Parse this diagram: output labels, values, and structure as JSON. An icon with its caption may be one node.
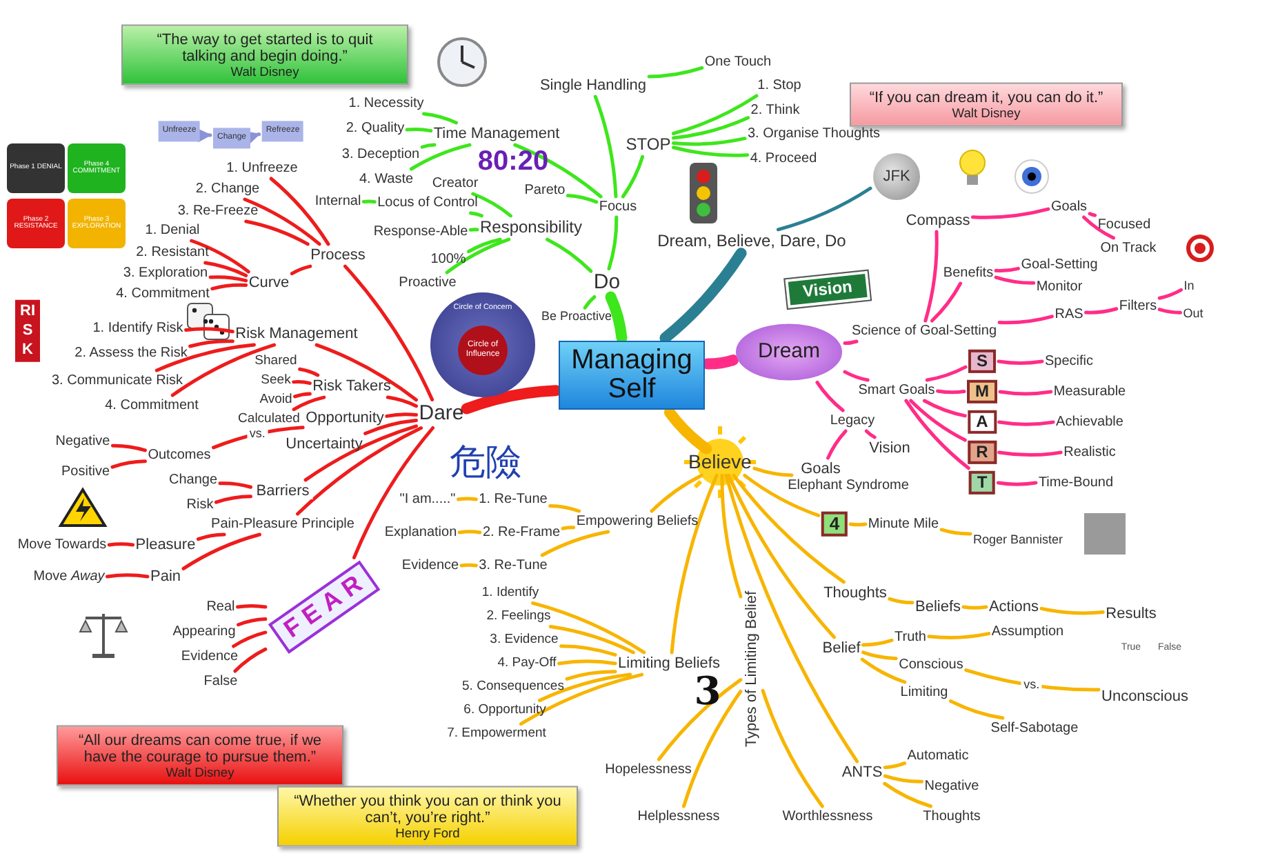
{
  "diagram": {
    "nodes": [
      {
        "text": [
          "“The way to get started is to quit talking and begin doing.”",
          "Walt Disney"
        ]
      },
      {
        "text": [
          "“If you can dream it, you can do it.”",
          "Walt Disney"
        ]
      },
      {
        "text": [
          "“All our dreams can come true, if we have the courage to pursue them.”",
          "Walt Disney"
        ]
      },
      {
        "text": [
          "“Whether you think you can or think you can’t, you’re right.”",
          "Henry Ford"
        ]
      },
      {
        "text": [
          "Managing Self"
        ]
      },
      {
        "text": [
          "Do"
        ]
      },
      {
        "text": [
          "Focus"
        ]
      },
      {
        "text": [
          "Single Handling"
        ]
      },
      {
        "text": [
          "One Touch"
        ]
      },
      {
        "text": [
          "STOP"
        ]
      },
      {
        "text": [
          "1. Stop"
        ]
      },
      {
        "text": [
          "2. Think"
        ]
      },
      {
        "text": [
          "3. Organise Thoughts"
        ]
      },
      {
        "text": [
          "4. Proceed"
        ]
      },
      {
        "text": [
          "Time Management"
        ]
      },
      {
        "text": [
          "1. Necessity"
        ]
      },
      {
        "text": [
          "2. Quality"
        ]
      },
      {
        "text": [
          "3. Deception"
        ]
      },
      {
        "text": [
          "4. Waste"
        ]
      },
      {
        "text": [
          "Pareto"
        ]
      },
      {
        "text": [
          "Responsibility"
        ]
      },
      {
        "text": [
          "Creator"
        ]
      },
      {
        "text": [
          "Locus of Control"
        ]
      },
      {
        "text": [
          "Internal"
        ]
      },
      {
        "text": [
          "Response-Able"
        ]
      },
      {
        "text": [
          "100%"
        ]
      },
      {
        "text": [
          "Proactive"
        ]
      },
      {
        "text": [
          "Be Proactive"
        ]
      },
      {
        "text": [
          "Circle of Concern"
        ]
      },
      {
        "text": [
          "Circle of Influence"
        ],
        "in": 28
      },
      {
        "text": [
          "Dream, Believe, Dare, Do"
        ]
      },
      {
        "text": [
          "JFK"
        ]
      },
      {
        "text": [
          "Dream"
        ]
      },
      {
        "text": [
          "Science of Goal-Setting"
        ]
      },
      {
        "text": [
          "Compass"
        ]
      },
      {
        "text": [
          "Goals"
        ]
      },
      {
        "text": [
          "Focused"
        ]
      },
      {
        "text": [
          "On Track"
        ]
      },
      {
        "text": [
          "Benefits"
        ]
      },
      {
        "text": [
          "Goal-Setting"
        ]
      },
      {
        "text": [
          "Monitor"
        ]
      },
      {
        "text": [
          "RAS"
        ]
      },
      {
        "text": [
          "Filters"
        ]
      },
      {
        "text": [
          "In"
        ]
      },
      {
        "text": [
          "Out"
        ]
      },
      {
        "text": [
          "Smart Goals"
        ]
      },
      {
        "text": [
          "S"
        ]
      },
      {
        "text": [
          "Specific"
        ]
      },
      {
        "text": [
          "M"
        ]
      },
      {
        "text": [
          "Measurable"
        ]
      },
      {
        "text": [
          "A"
        ]
      },
      {
        "text": [
          "Achievable"
        ]
      },
      {
        "text": [
          "R"
        ]
      },
      {
        "text": [
          "Realistic"
        ]
      },
      {
        "text": [
          "T"
        ]
      },
      {
        "text": [
          "Time-Bound"
        ]
      },
      {
        "text": [
          "Legacy"
        ]
      },
      {
        "text": [
          "Vision"
        ]
      },
      {
        "text": [
          "Goals"
        ]
      },
      {
        "text": [
          "Vision"
        ]
      },
      {
        "text": [
          "Believe"
        ]
      },
      {
        "text": [
          "Empowering Beliefs"
        ]
      },
      {
        "text": [
          "1. Re-Tune"
        ]
      },
      {
        "text": [
          "\"I am.....\""
        ]
      },
      {
        "text": [
          "2. Re-Frame"
        ]
      },
      {
        "text": [
          "Explanation"
        ]
      },
      {
        "text": [
          "3. Re-Tune"
        ]
      },
      {
        "text": [
          "Evidence"
        ]
      },
      {
        "text": [
          "Limiting Beliefs"
        ]
      },
      {
        "text": [
          "1. Identify"
        ]
      },
      {
        "text": [
          "2. Feelings"
        ]
      },
      {
        "text": [
          "3. Evidence"
        ]
      },
      {
        "text": [
          "4. Pay-Off"
        ]
      },
      {
        "text": [
          "5. Consequences"
        ]
      },
      {
        "text": [
          "6. Opportunity"
        ]
      },
      {
        "text": [
          "7. Empowerment"
        ]
      },
      {
        "text": [
          "Types of Limiting Belief"
        ]
      },
      {
        "text": [
          "Hopelessness"
        ]
      },
      {
        "text": [
          "Helplessness"
        ]
      },
      {
        "text": [
          "Worthlessness"
        ]
      },
      {
        "text": [
          "Elephant Syndrome"
        ]
      },
      {
        "text": [
          "4"
        ]
      },
      {
        "text": [
          "Minute Mile"
        ]
      },
      {
        "text": [
          "Roger Bannister"
        ]
      },
      {
        "text": [
          "Thoughts"
        ]
      },
      {
        "text": [
          "Beliefs"
        ]
      },
      {
        "text": [
          "Actions"
        ]
      },
      {
        "text": [
          "Results"
        ]
      },
      {
        "text": [
          "Belief"
        ]
      },
      {
        "text": [
          "Truth"
        ]
      },
      {
        "text": [
          "Assumption"
        ]
      },
      {
        "text": [
          "Conscious"
        ]
      },
      {
        "text": [
          "Unconscious"
        ]
      },
      {
        "text": [
          "Limiting"
        ]
      },
      {
        "text": [
          "Self-Sabotage"
        ]
      },
      {
        "text": [
          "ANTS"
        ]
      },
      {
        "text": [
          "Automatic"
        ]
      },
      {
        "text": [
          "Negative"
        ]
      },
      {
        "text": [
          "Thoughts"
        ]
      },
      {
        "text": [
          "Dare"
        ]
      },
      {
        "text": [
          "Process"
        ]
      },
      {
        "text": [
          "1. Unfreeze"
        ]
      },
      {
        "text": [
          "2. Change"
        ]
      },
      {
        "text": [
          "3. Re-Freeze"
        ]
      },
      {
        "text": [
          "Curve"
        ]
      },
      {
        "text": [
          "1. Denial"
        ]
      },
      {
        "text": [
          "2. Resistant"
        ]
      },
      {
        "text": [
          "3. Exploration"
        ]
      },
      {
        "text": [
          "4. Commitment"
        ]
      },
      {
        "text": [
          "Risk Management"
        ]
      },
      {
        "text": [
          "1. Identify Risk"
        ]
      },
      {
        "text": [
          "2. Assess the Risk"
        ]
      },
      {
        "text": [
          "3. Communicate Risk"
        ]
      },
      {
        "text": [
          "4. Commitment"
        ]
      },
      {
        "text": [
          "Risk Takers"
        ]
      },
      {
        "text": [
          "Shared"
        ]
      },
      {
        "text": [
          "Seek"
        ]
      },
      {
        "text": [
          "Avoid"
        ]
      },
      {
        "text": [
          "Calculated"
        ]
      },
      {
        "text": [
          "Opportunity"
        ]
      },
      {
        "text": [
          "Outcomes"
        ]
      },
      {
        "text": [
          "Negative"
        ]
      },
      {
        "text": [
          "Positive"
        ]
      },
      {
        "text": [
          "Uncertainty"
        ]
      },
      {
        "text": [
          "Barriers"
        ]
      },
      {
        "text": [
          "Change"
        ]
      },
      {
        "text": [
          "Risk"
        ]
      },
      {
        "text": [
          "Pain-Pleasure Principle"
        ]
      },
      {
        "text": [
          "Pleasure"
        ]
      },
      {
        "text": [
          "Move Towards"
        ]
      },
      {
        "text": [
          "Pain"
        ]
      },
      {
        "text": [
          "Move *Away*"
        ]
      },
      {
        "text": [
          "FEAR"
        ]
      },
      {
        "text": [
          "Real"
        ]
      },
      {
        "text": [
          "Appearing"
        ]
      },
      {
        "text": [
          "Evidence"
        ]
      },
      {
        "text": [
          "False"
        ]
      },
      {
        "text": [
          "Phase 1 DENIAL"
        ]
      },
      {
        "text": [
          "Phase 4 COMMITMENT"
        ]
      },
      {
        "text": [
          "Phase 2 RESISTANCE"
        ]
      },
      {
        "text": [
          "Phase 3 EXPLORATION"
        ]
      },
      {
        "text": [
          "Unfreeze"
        ]
      },
      {
        "text": [
          "Change"
        ]
      },
      {
        "text": [
          "Refreeze"
        ]
      }
    ],
    "edges": [
      {
        "from": 4,
        "to": 5,
        "arrow": "none",
        "style": "thick",
        "color": "#3ee61c"
      },
      {
        "from": 5,
        "to": 6,
        "arrow": "none",
        "color": "#3ee61c"
      },
      {
        "from": 6,
        "to": 7,
        "arrow": "none",
        "color": "#3ee61c"
      },
      {
        "from": 7,
        "to": 8,
        "arrow": "none",
        "color": "#3ee61c"
      },
      {
        "from": 6,
        "to": 9,
        "arrow": "none",
        "color": "#3ee61c"
      },
      {
        "from": 9,
        "to": 10,
        "arrow": "none",
        "color": "#3ee61c"
      },
      {
        "from": 9,
        "to": 11,
        "arrow": "none",
        "color": "#3ee61c"
      },
      {
        "from": 9,
        "to": 12,
        "arrow": "none",
        "color": "#3ee61c"
      },
      {
        "from": 9,
        "to": 13,
        "arrow": "none",
        "color": "#3ee61c"
      },
      {
        "from": 6,
        "to": 14,
        "arrow": "none",
        "color": "#3ee61c"
      },
      {
        "from": 14,
        "to": 15,
        "arrow": "none",
        "color": "#3ee61c"
      },
      {
        "from": 14,
        "to": 16,
        "arrow": "none",
        "color": "#3ee61c"
      },
      {
        "from": 14,
        "to": 17,
        "arrow": "none",
        "color": "#3ee61c"
      },
      {
        "from": 14,
        "to": 18,
        "arrow": "none",
        "color": "#3ee61c"
      },
      {
        "from": 6,
        "to": 19,
        "arrow": "none",
        "color": "#3ee61c"
      },
      {
        "from": 5,
        "to": 20,
        "arrow": "none",
        "color": "#3ee61c"
      },
      {
        "from": 20,
        "to": 21,
        "arrow": "none",
        "color": "#3ee61c"
      },
      {
        "from": 20,
        "to": 22,
        "arrow": "none",
        "color": "#3ee61c"
      },
      {
        "from": 22,
        "to": 23,
        "arrow": "none",
        "color": "#3ee61c"
      },
      {
        "from": 20,
        "to": 24,
        "arrow": "none",
        "color": "#3ee61c"
      },
      {
        "from": 20,
        "to": 25,
        "arrow": "none",
        "color": "#3ee61c"
      },
      {
        "from": 20,
        "to": 26,
        "arrow": "none",
        "color": "#3ee61c"
      },
      {
        "from": 5,
        "to": 27,
        "arrow": "none",
        "color": "#3ee61c"
      },
      {
        "from": 4,
        "to": 30,
        "arrow": "none",
        "style": "thick",
        "color": "#2b7f93"
      },
      {
        "from": 30,
        "to": 31,
        "arrow": "none",
        "color": "#2b7f93"
      },
      {
        "from": 4,
        "to": 32,
        "arrow": "none",
        "style": "thick",
        "color": "#ff2d87"
      },
      {
        "from": 32,
        "to": 33,
        "arrow": "none",
        "color": "#ff2d87"
      },
      {
        "from": 33,
        "to": 34,
        "arrow": "none",
        "color": "#ff2d87"
      },
      {
        "from": 34,
        "to": 35,
        "arrow": "none",
        "color": "#ff2d87"
      },
      {
        "from": 35,
        "to": 36,
        "arrow": "none",
        "color": "#ff2d87"
      },
      {
        "from": 35,
        "to": 37,
        "arrow": "none",
        "color": "#ff2d87"
      },
      {
        "from": 33,
        "to": 38,
        "arrow": "none",
        "color": "#ff2d87"
      },
      {
        "from": 38,
        "to": 39,
        "arrow": "none",
        "color": "#ff2d87"
      },
      {
        "from": 38,
        "to": 40,
        "arrow": "none",
        "color": "#ff2d87"
      },
      {
        "from": 33,
        "to": 41,
        "arrow": "none",
        "color": "#ff2d87"
      },
      {
        "from": 41,
        "to": 42,
        "arrow": "none",
        "color": "#ff2d87"
      },
      {
        "from": 42,
        "to": 43,
        "arrow": "none",
        "color": "#ff2d87"
      },
      {
        "from": 42,
        "to": 44,
        "arrow": "none",
        "color": "#ff2d87"
      },
      {
        "from": 32,
        "to": 45,
        "arrow": "none",
        "color": "#ff2d87"
      },
      {
        "from": 45,
        "to": 46,
        "arrow": "none",
        "color": "#ff2d87"
      },
      {
        "from": 46,
        "to": 47,
        "arrow": "none",
        "color": "#ff2d87"
      },
      {
        "from": 45,
        "to": 48,
        "arrow": "none",
        "color": "#ff2d87"
      },
      {
        "from": 48,
        "to": 49,
        "arrow": "none",
        "color": "#ff2d87"
      },
      {
        "from": 45,
        "to": 50,
        "arrow": "none",
        "color": "#ff2d87"
      },
      {
        "from": 50,
        "to": 51,
        "arrow": "none",
        "color": "#ff2d87"
      },
      {
        "from": 45,
        "to": 52,
        "arrow": "none",
        "color": "#ff2d87"
      },
      {
        "from": 52,
        "to": 53,
        "arrow": "none",
        "color": "#ff2d87"
      },
      {
        "from": 45,
        "to": 54,
        "arrow": "none",
        "color": "#ff2d87"
      },
      {
        "from": 54,
        "to": 55,
        "arrow": "none",
        "color": "#ff2d87"
      },
      {
        "from": 32,
        "to": 56,
        "arrow": "none",
        "color": "#ff2d87"
      },
      {
        "from": 56,
        "to": 57,
        "arrow": "none",
        "color": "#ff2d87"
      },
      {
        "from": 56,
        "to": 58,
        "arrow": "none",
        "color": "#ff2d87"
      },
      {
        "from": 4,
        "to": 60,
        "arrow": "none",
        "style": "thick"
      },
      {
        "from": 60,
        "to": 61,
        "arrow": "none"
      },
      {
        "from": 61,
        "to": 62,
        "arrow": "none"
      },
      {
        "from": 62,
        "to": 63,
        "arrow": "none"
      },
      {
        "from": 61,
        "to": 64,
        "arrow": "none"
      },
      {
        "from": 64,
        "to": 65,
        "arrow": "none"
      },
      {
        "from": 61,
        "to": 66,
        "arrow": "none"
      },
      {
        "from": 66,
        "to": 67,
        "arrow": "none"
      },
      {
        "from": 60,
        "to": 68,
        "arrow": "none"
      },
      {
        "from": 68,
        "to": 69,
        "arrow": "none"
      },
      {
        "from": 68,
        "to": 70,
        "arrow": "none"
      },
      {
        "from": 68,
        "to": 71,
        "arrow": "none"
      },
      {
        "from": 68,
        "to": 72,
        "arrow": "none"
      },
      {
        "from": 68,
        "to": 73,
        "arrow": "none"
      },
      {
        "from": 68,
        "to": 74,
        "arrow": "none"
      },
      {
        "from": 68,
        "to": 75,
        "arrow": "none"
      },
      {
        "from": 60,
        "to": 76,
        "arrow": "none"
      },
      {
        "from": 76,
        "to": 77,
        "arrow": "none"
      },
      {
        "from": 76,
        "to": 78,
        "arrow": "none"
      },
      {
        "from": 76,
        "to": 79,
        "arrow": "none"
      },
      {
        "from": 60,
        "to": 80,
        "arrow": "none"
      },
      {
        "from": 60,
        "to": 81,
        "arrow": "none"
      },
      {
        "from": 81,
        "to": 82,
        "arrow": "none"
      },
      {
        "from": 82,
        "to": 83,
        "arrow": "none"
      },
      {
        "from": 60,
        "to": 84,
        "arrow": "none"
      },
      {
        "from": 84,
        "to": 85,
        "arrow": "none"
      },
      {
        "from": 85,
        "to": 86,
        "arrow": "none"
      },
      {
        "from": 86,
        "to": 87,
        "arrow": "none"
      },
      {
        "from": 60,
        "to": 88,
        "arrow": "none"
      },
      {
        "from": 88,
        "to": 89,
        "arrow": "none"
      },
      {
        "from": 89,
        "to": 90,
        "arrow": "none"
      },
      {
        "from": 88,
        "to": 91,
        "arrow": "none"
      },
      {
        "from": 91,
        "to": 92,
        "arrow": "none",
        "label": "vs."
      },
      {
        "from": 88,
        "to": 93,
        "arrow": "none"
      },
      {
        "from": 93,
        "to": 94,
        "arrow": "none"
      },
      {
        "from": 60,
        "to": 95,
        "arrow": "none"
      },
      {
        "from": 95,
        "to": 96,
        "arrow": "none"
      },
      {
        "from": 95,
        "to": 97,
        "arrow": "none"
      },
      {
        "from": 95,
        "to": 98,
        "arrow": "none"
      },
      {
        "from": 4,
        "to": 99,
        "arrow": "none",
        "style": "thick",
        "color": "#ee1c1c"
      },
      {
        "from": 99,
        "to": 100,
        "arrow": "none",
        "color": "#ee1c1c"
      },
      {
        "from": 100,
        "to": 101,
        "arrow": "none",
        "color": "#ee1c1c"
      },
      {
        "from": 100,
        "to": 102,
        "arrow": "none",
        "color": "#ee1c1c"
      },
      {
        "from": 100,
        "to": 103,
        "arrow": "none",
        "color": "#ee1c1c"
      },
      {
        "from": 100,
        "to": 104,
        "arrow": "none",
        "color": "#ee1c1c"
      },
      {
        "from": 104,
        "to": 105,
        "arrow": "none",
        "color": "#ee1c1c"
      },
      {
        "from": 104,
        "to": 106,
        "arrow": "none",
        "color": "#ee1c1c"
      },
      {
        "from": 104,
        "to": 107,
        "arrow": "none",
        "color": "#ee1c1c"
      },
      {
        "from": 104,
        "to": 108,
        "arrow": "none",
        "color": "#ee1c1c"
      },
      {
        "from": 99,
        "to": 109,
        "arrow": "none",
        "color": "#ee1c1c"
      },
      {
        "from": 109,
        "to": 110,
        "arrow": "none",
        "color": "#ee1c1c"
      },
      {
        "from": 109,
        "to": 111,
        "arrow": "none",
        "color": "#ee1c1c"
      },
      {
        "from": 109,
        "to": 112,
        "arrow": "none",
        "color": "#ee1c1c"
      },
      {
        "from": 109,
        "to": 113,
        "arrow": "none",
        "color": "#ee1c1c"
      },
      {
        "from": 99,
        "to": 114,
        "arrow": "none",
        "color": "#ee1c1c"
      },
      {
        "from": 114,
        "to": 115,
        "arrow": "none",
        "color": "#ee1c1c"
      },
      {
        "from": 114,
        "to": 116,
        "arrow": "none",
        "color": "#ee1c1c"
      },
      {
        "from": 114,
        "to": 117,
        "arrow": "none",
        "color": "#ee1c1c"
      },
      {
        "from": 114,
        "to": 118,
        "arrow": "none",
        "color": "#ee1c1c"
      },
      {
        "from": 99,
        "to": 119,
        "arrow": "none",
        "color": "#ee1c1c"
      },
      {
        "from": 119,
        "to": 120,
        "arrow": "none",
        "label": "vs.",
        "color": "#ee1c1c"
      },
      {
        "from": 120,
        "to": 121,
        "arrow": "none",
        "color": "#ee1c1c"
      },
      {
        "from": 120,
        "to": 122,
        "arrow": "none",
        "color": "#ee1c1c"
      },
      {
        "from": 99,
        "to": 123,
        "arrow": "none",
        "color": "#ee1c1c"
      },
      {
        "from": 99,
        "to": 124,
        "arrow": "none",
        "color": "#ee1c1c"
      },
      {
        "from": 124,
        "to": 125,
        "arrow": "none",
        "color": "#ee1c1c"
      },
      {
        "from": 124,
        "to": 126,
        "arrow": "none",
        "color": "#ee1c1c"
      },
      {
        "from": 99,
        "to": 127,
        "arrow": "none",
        "color": "#ee1c1c"
      },
      {
        "from": 127,
        "to": 128,
        "arrow": "none",
        "color": "#ee1c1c"
      },
      {
        "from": 128,
        "to": 129,
        "arrow": "none",
        "color": "#ee1c1c"
      },
      {
        "from": 127,
        "to": 130,
        "arrow": "none",
        "color": "#ee1c1c"
      },
      {
        "from": 130,
        "to": 131,
        "arrow": "none",
        "color": "#ee1c1c"
      },
      {
        "from": 99,
        "to": 132,
        "arrow": "none",
        "color": "#ee1c1c"
      },
      {
        "from": 132,
        "to": 133,
        "arrow": "none",
        "color": "#ee1c1c"
      },
      {
        "from": 132,
        "to": 134,
        "arrow": "none",
        "color": "#ee1c1c"
      },
      {
        "from": 132,
        "to": 135,
        "arrow": "none",
        "color": "#ee1c1c"
      },
      {
        "from": 132,
        "to": 136,
        "arrow": "none",
        "color": "#ee1c1c"
      },
      {
        "from": 141,
        "to": 142,
        "arrow": "to",
        "color": "#8a93d6"
      },
      {
        "from": 142,
        "to": 143,
        "arrow": "to",
        "color": "#8a93d6"
      }
    ],
    "labels": [
      "80:20",
      "RISK",
      "危險",
      "True",
      "False",
      "3"
    ]
  }
}
